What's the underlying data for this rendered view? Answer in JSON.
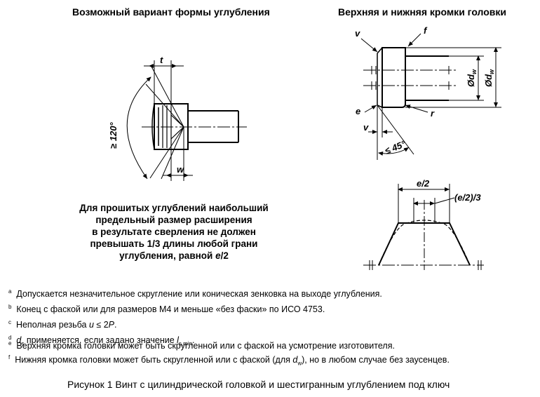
{
  "titles": {
    "left": "Возможный вариант формы углубления",
    "right": "Верхняя и нижняя кромки головки"
  },
  "labels": {
    "t": "t",
    "w": "w",
    "angle120": "≥ 120°",
    "v_top": "v",
    "f": "f",
    "e": "e",
    "r": "r",
    "v_bottom": "v",
    "angle45": "≤ 45°",
    "dw1": "Ød",
    "dw1_sub": "w",
    "dw2": "Ød",
    "dw2_sub": "w",
    "e_half": "e/2",
    "e_third": "(e/2)/3"
  },
  "paragraph": {
    "line1": "Для прошитых углублений наибольший",
    "line2": "предельный размер расширения",
    "line3": "в результате сверления не должен",
    "line4": "превышать 1/3 длины любой грани",
    "line5_pre": "углубления, равной ",
    "line5_var": "e",
    "line5_post": "/2"
  },
  "notes": [
    {
      "mark": "a",
      "text": "Допускается незначительное скругление или коническая зенковка на выходе углубления."
    },
    {
      "mark": "b",
      "text": "Конец с фаской или для размеров М4 и меньше «без фаски» по ИСО 4753."
    },
    {
      "mark": "c",
      "text_pre": "Неполная резьба ",
      "var": "u",
      "text_post": " ≤ 2",
      "var2": "P",
      "text_end": "."
    },
    {
      "mark": "d",
      "var": "d",
      "sub": "s",
      "text_mid": " применяется, если задано значение ",
      "var2": "l",
      "sub2": "s,min",
      "text_end": "."
    },
    {
      "mark": "e",
      "text": "Верхняя кромка головки может быть скругленной или с фаской на усмотрение изготовителя."
    },
    {
      "mark": "f",
      "text_pre": "Нижняя кромка головки может быть скругленной или с фаской (для ",
      "var": "d",
      "sub": "w",
      "text_post": "), но в любом случае без заусенцев."
    }
  ],
  "caption": "Рисунок 1 Винт с цилиндрической головкой и шестигранным углублением под ключ"
}
